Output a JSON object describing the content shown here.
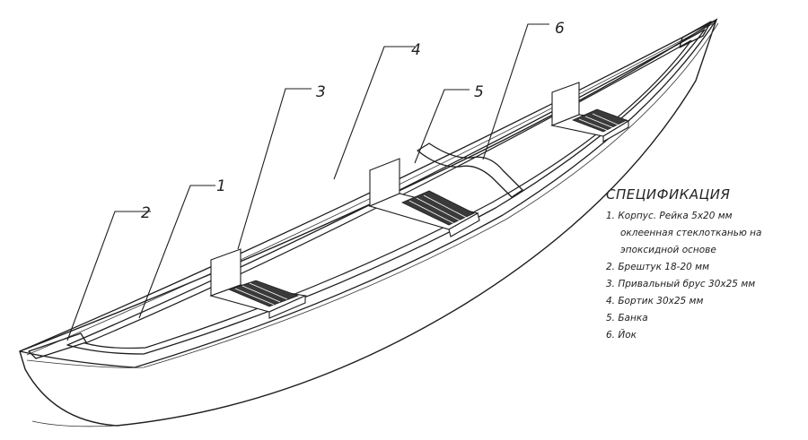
{
  "callouts": [
    {
      "number": "1"
    },
    {
      "number": "2"
    },
    {
      "number": "3"
    },
    {
      "number": "4"
    },
    {
      "number": "5"
    },
    {
      "number": "6"
    }
  ],
  "specification": {
    "title": "СПЕЦИФИКАЦИЯ",
    "items": [
      {
        "lines": [
          "1. Корпус. Рейка 5х20 мм",
          "оклеенная  стеклотканью на",
          "эпоксидной основе"
        ]
      },
      {
        "lines": [
          "2. Брештук 18-20 мм"
        ]
      },
      {
        "lines": [
          "3. Привальный брус 30х25 мм"
        ]
      },
      {
        "lines": [
          "4. Бортик 30х25 мм"
        ]
      },
      {
        "lines": [
          "5. Банка"
        ]
      },
      {
        "lines": [
          "6. Йок"
        ]
      }
    ]
  }
}
